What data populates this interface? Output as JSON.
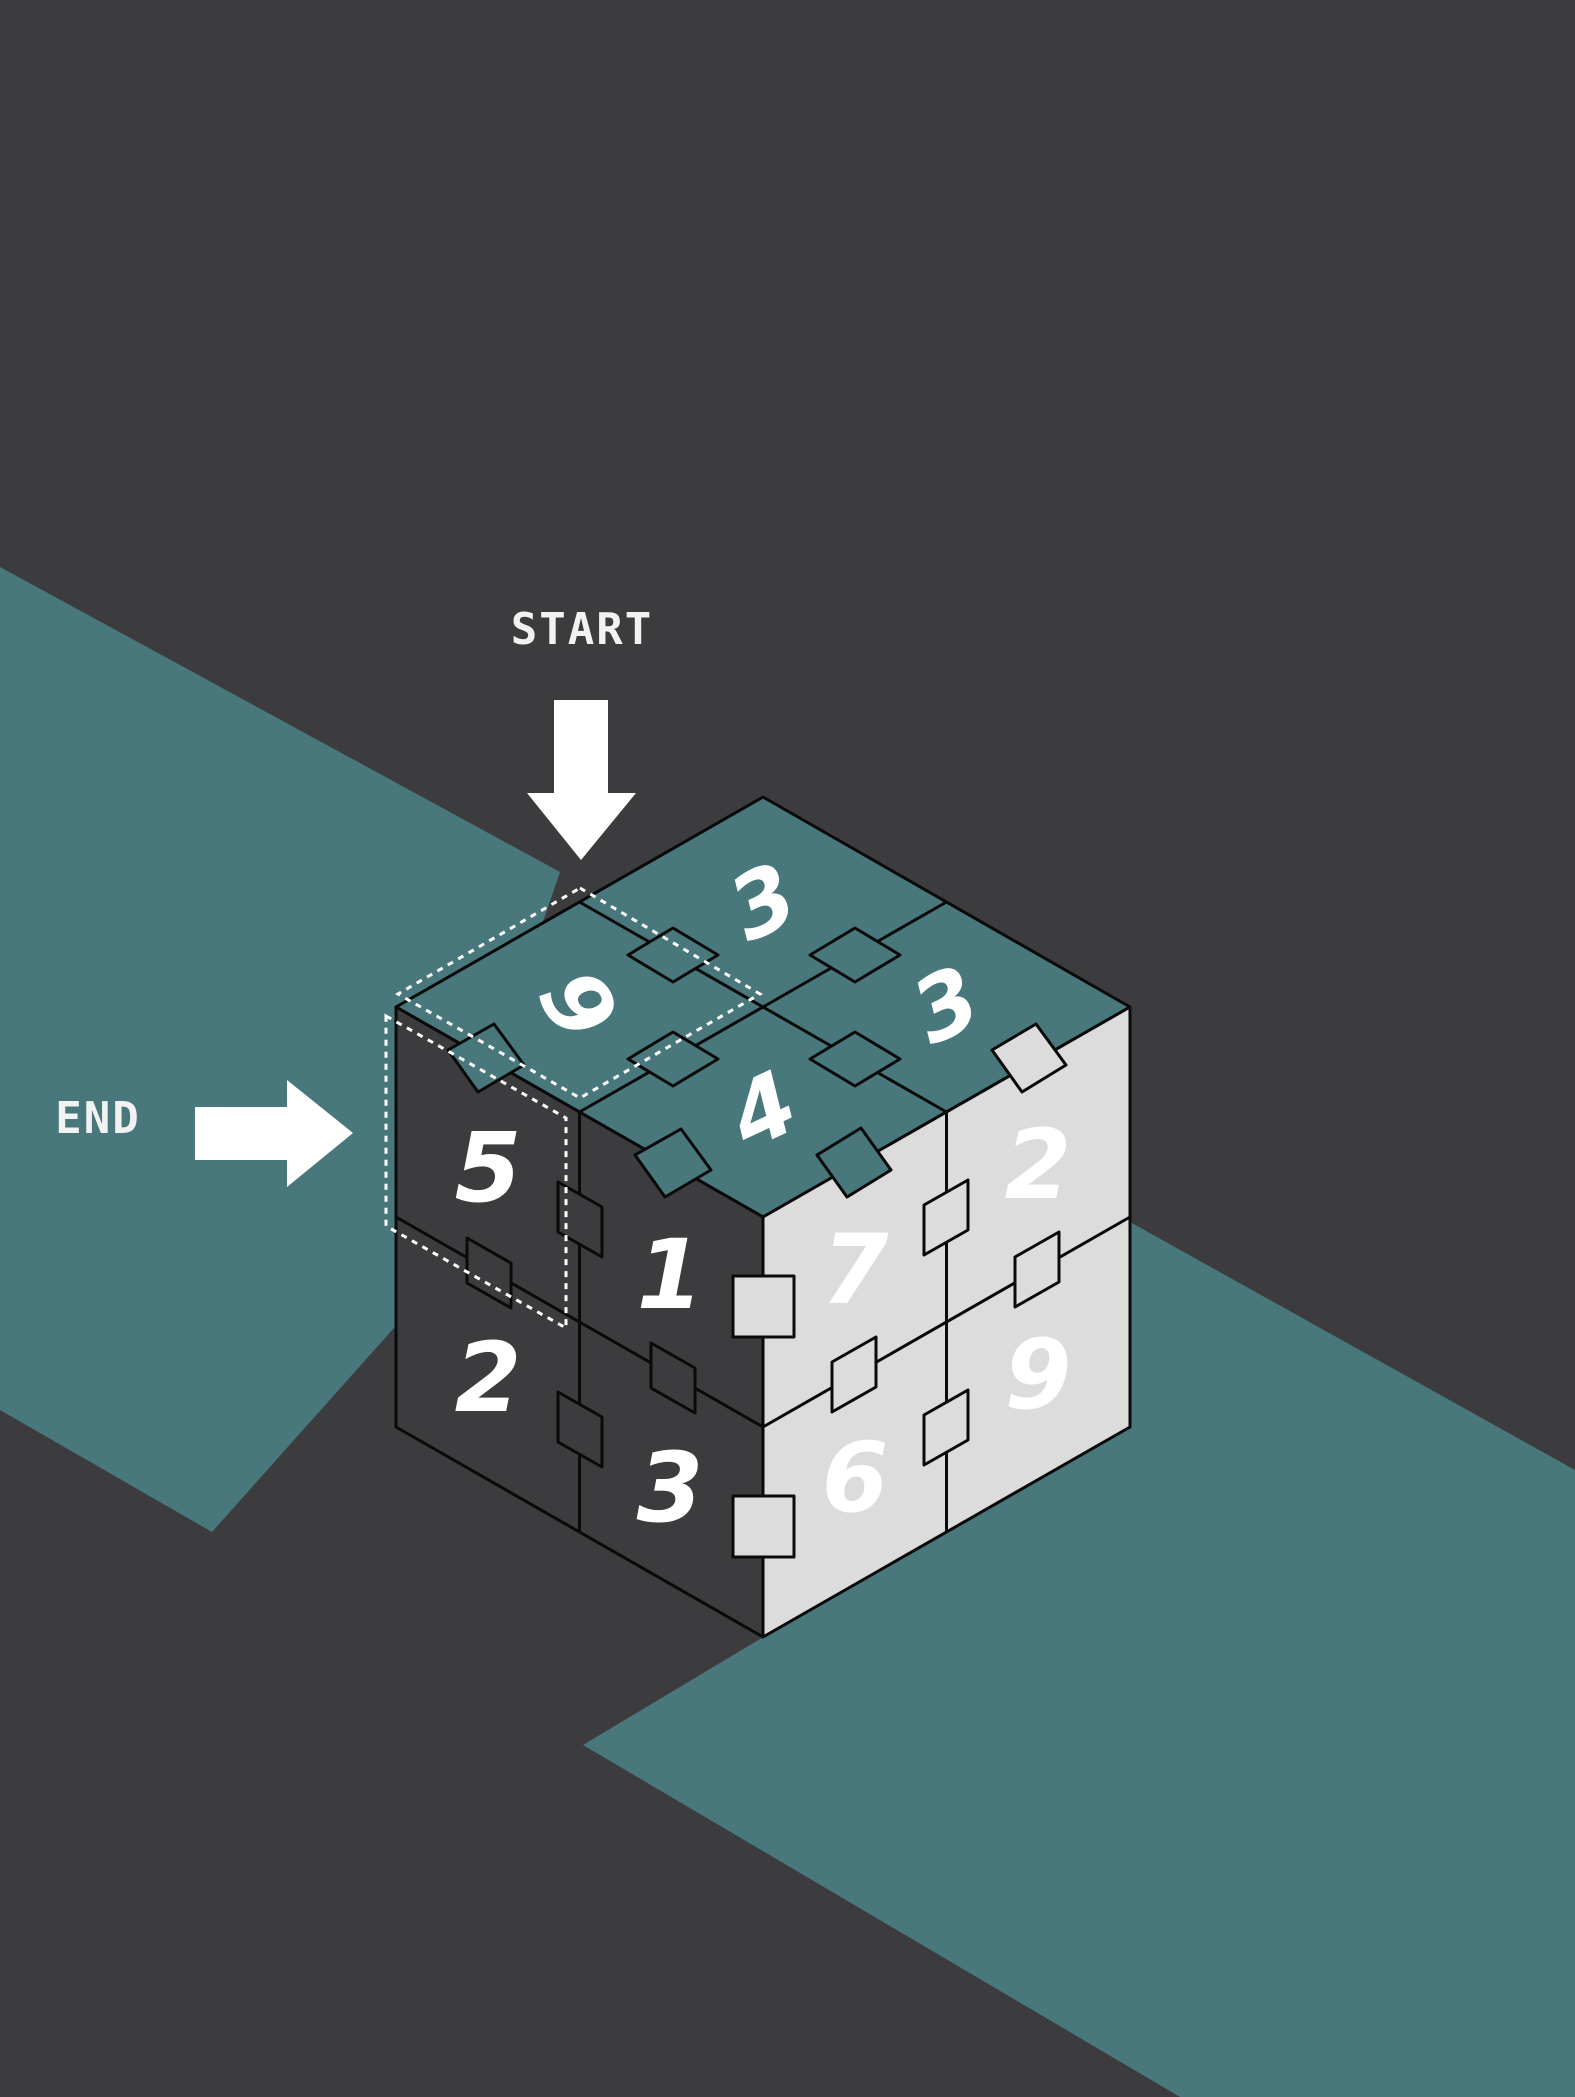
{
  "labels": {
    "start": "START",
    "end": "END"
  },
  "colors": {
    "background": "#3c3b3e",
    "teal": "#48787c",
    "dark_face": "#3c3b3e",
    "light_face": "#dcdcdc",
    "outline": "#0a0a0a",
    "text": "#ffffff"
  },
  "cube": {
    "top": {
      "back": "3",
      "left": "9",
      "right": "3",
      "front": "4"
    },
    "front_left": {
      "top_left": "5",
      "top_right": "1",
      "bottom_left": "2",
      "bottom_right": "3"
    },
    "front_right": {
      "top_left": "7",
      "top_right": "2",
      "bottom_left": "6",
      "bottom_right": "9"
    }
  },
  "icons": {
    "start_arrow": "arrow-down-icon",
    "end_arrow": "arrow-right-icon",
    "connector": "square-connector-icon"
  }
}
